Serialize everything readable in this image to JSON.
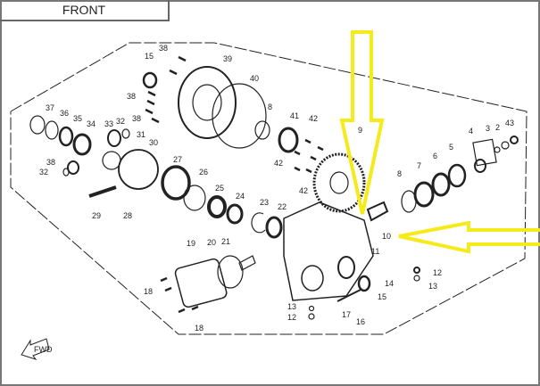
{
  "header": {
    "title": "FRONT"
  },
  "fwd_icon": {
    "label": "FWD"
  },
  "callouts": [
    "38",
    "15",
    "39",
    "40",
    "38",
    "38",
    "37",
    "36",
    "35",
    "34",
    "33",
    "32",
    "31",
    "30",
    "38",
    "32",
    "27",
    "26",
    "25",
    "24",
    "23",
    "22",
    "29",
    "28",
    "8",
    "41",
    "42",
    "42",
    "42",
    "9",
    "8",
    "7",
    "6",
    "5",
    "4",
    "3",
    "2",
    "43",
    "10",
    "11",
    "19",
    "20",
    "21",
    "18",
    "18",
    "13",
    "12",
    "17",
    "16",
    "15",
    "14",
    "12",
    "13"
  ],
  "highlight_color": "#f5ea1a"
}
